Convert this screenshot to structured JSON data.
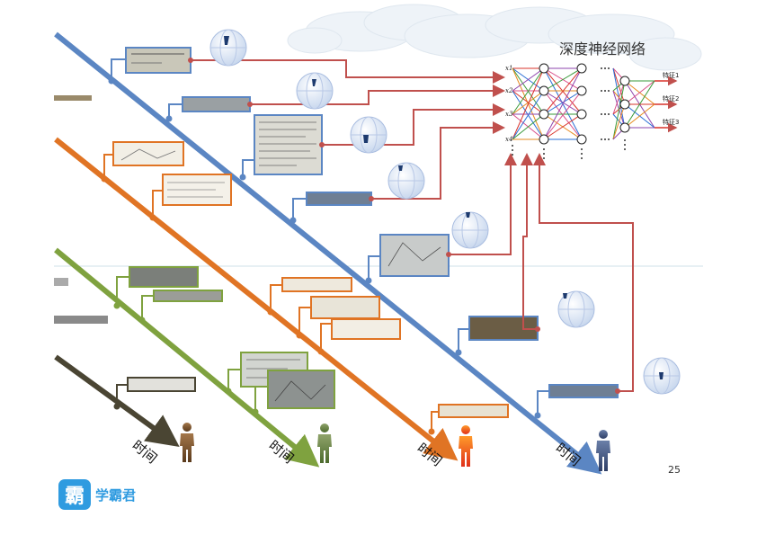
{
  "network": {
    "title": "深度神经网络",
    "inputs": [
      "x1",
      "x2",
      "x3",
      "x4"
    ],
    "features": [
      "特征1",
      "特征2",
      "特征3"
    ]
  },
  "timelines": [
    {
      "label": "时间",
      "color": "#5b86c3"
    },
    {
      "label": "时间",
      "color": "#e07424"
    },
    {
      "label": "时间",
      "color": "#7fa23f"
    },
    {
      "label": "时间",
      "color": "#4a4533"
    }
  ],
  "page_number": "25",
  "logo": {
    "glyph": "霸",
    "text": "学霸君"
  },
  "colors": {
    "connector_red": "#c0504d",
    "blue_line": "#5b86c3",
    "orange_line": "#e07424",
    "green_line": "#7fa23f",
    "dark_line": "#4a4533",
    "logo_blue": "#2f9be0"
  }
}
